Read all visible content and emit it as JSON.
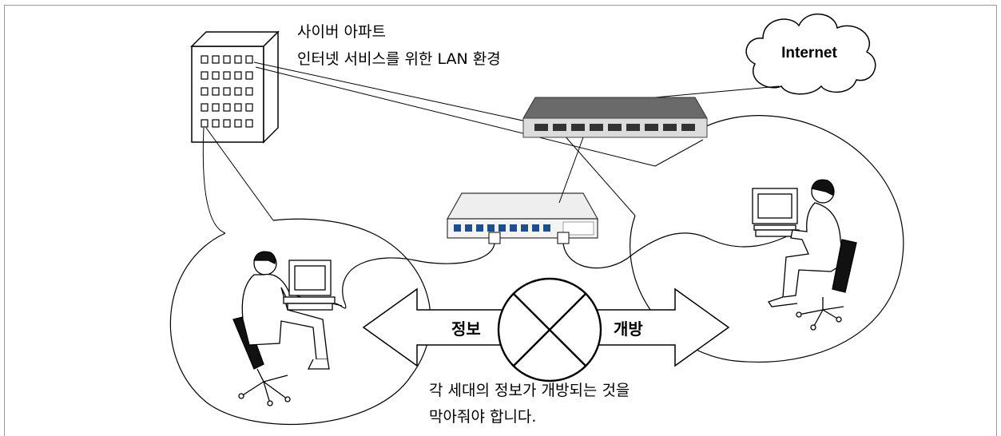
{
  "caption": {
    "line1": "사이버 아파트",
    "line2": "인터넷 서비스를 위한 LAN 환경"
  },
  "cloud_label": "Internet",
  "arrow": {
    "left_label": "정보",
    "right_label": "개방"
  },
  "bottom_note": {
    "line1": "각 세대의 정보가 개방되는 것을",
    "line2": "막아줘야 합니다."
  }
}
